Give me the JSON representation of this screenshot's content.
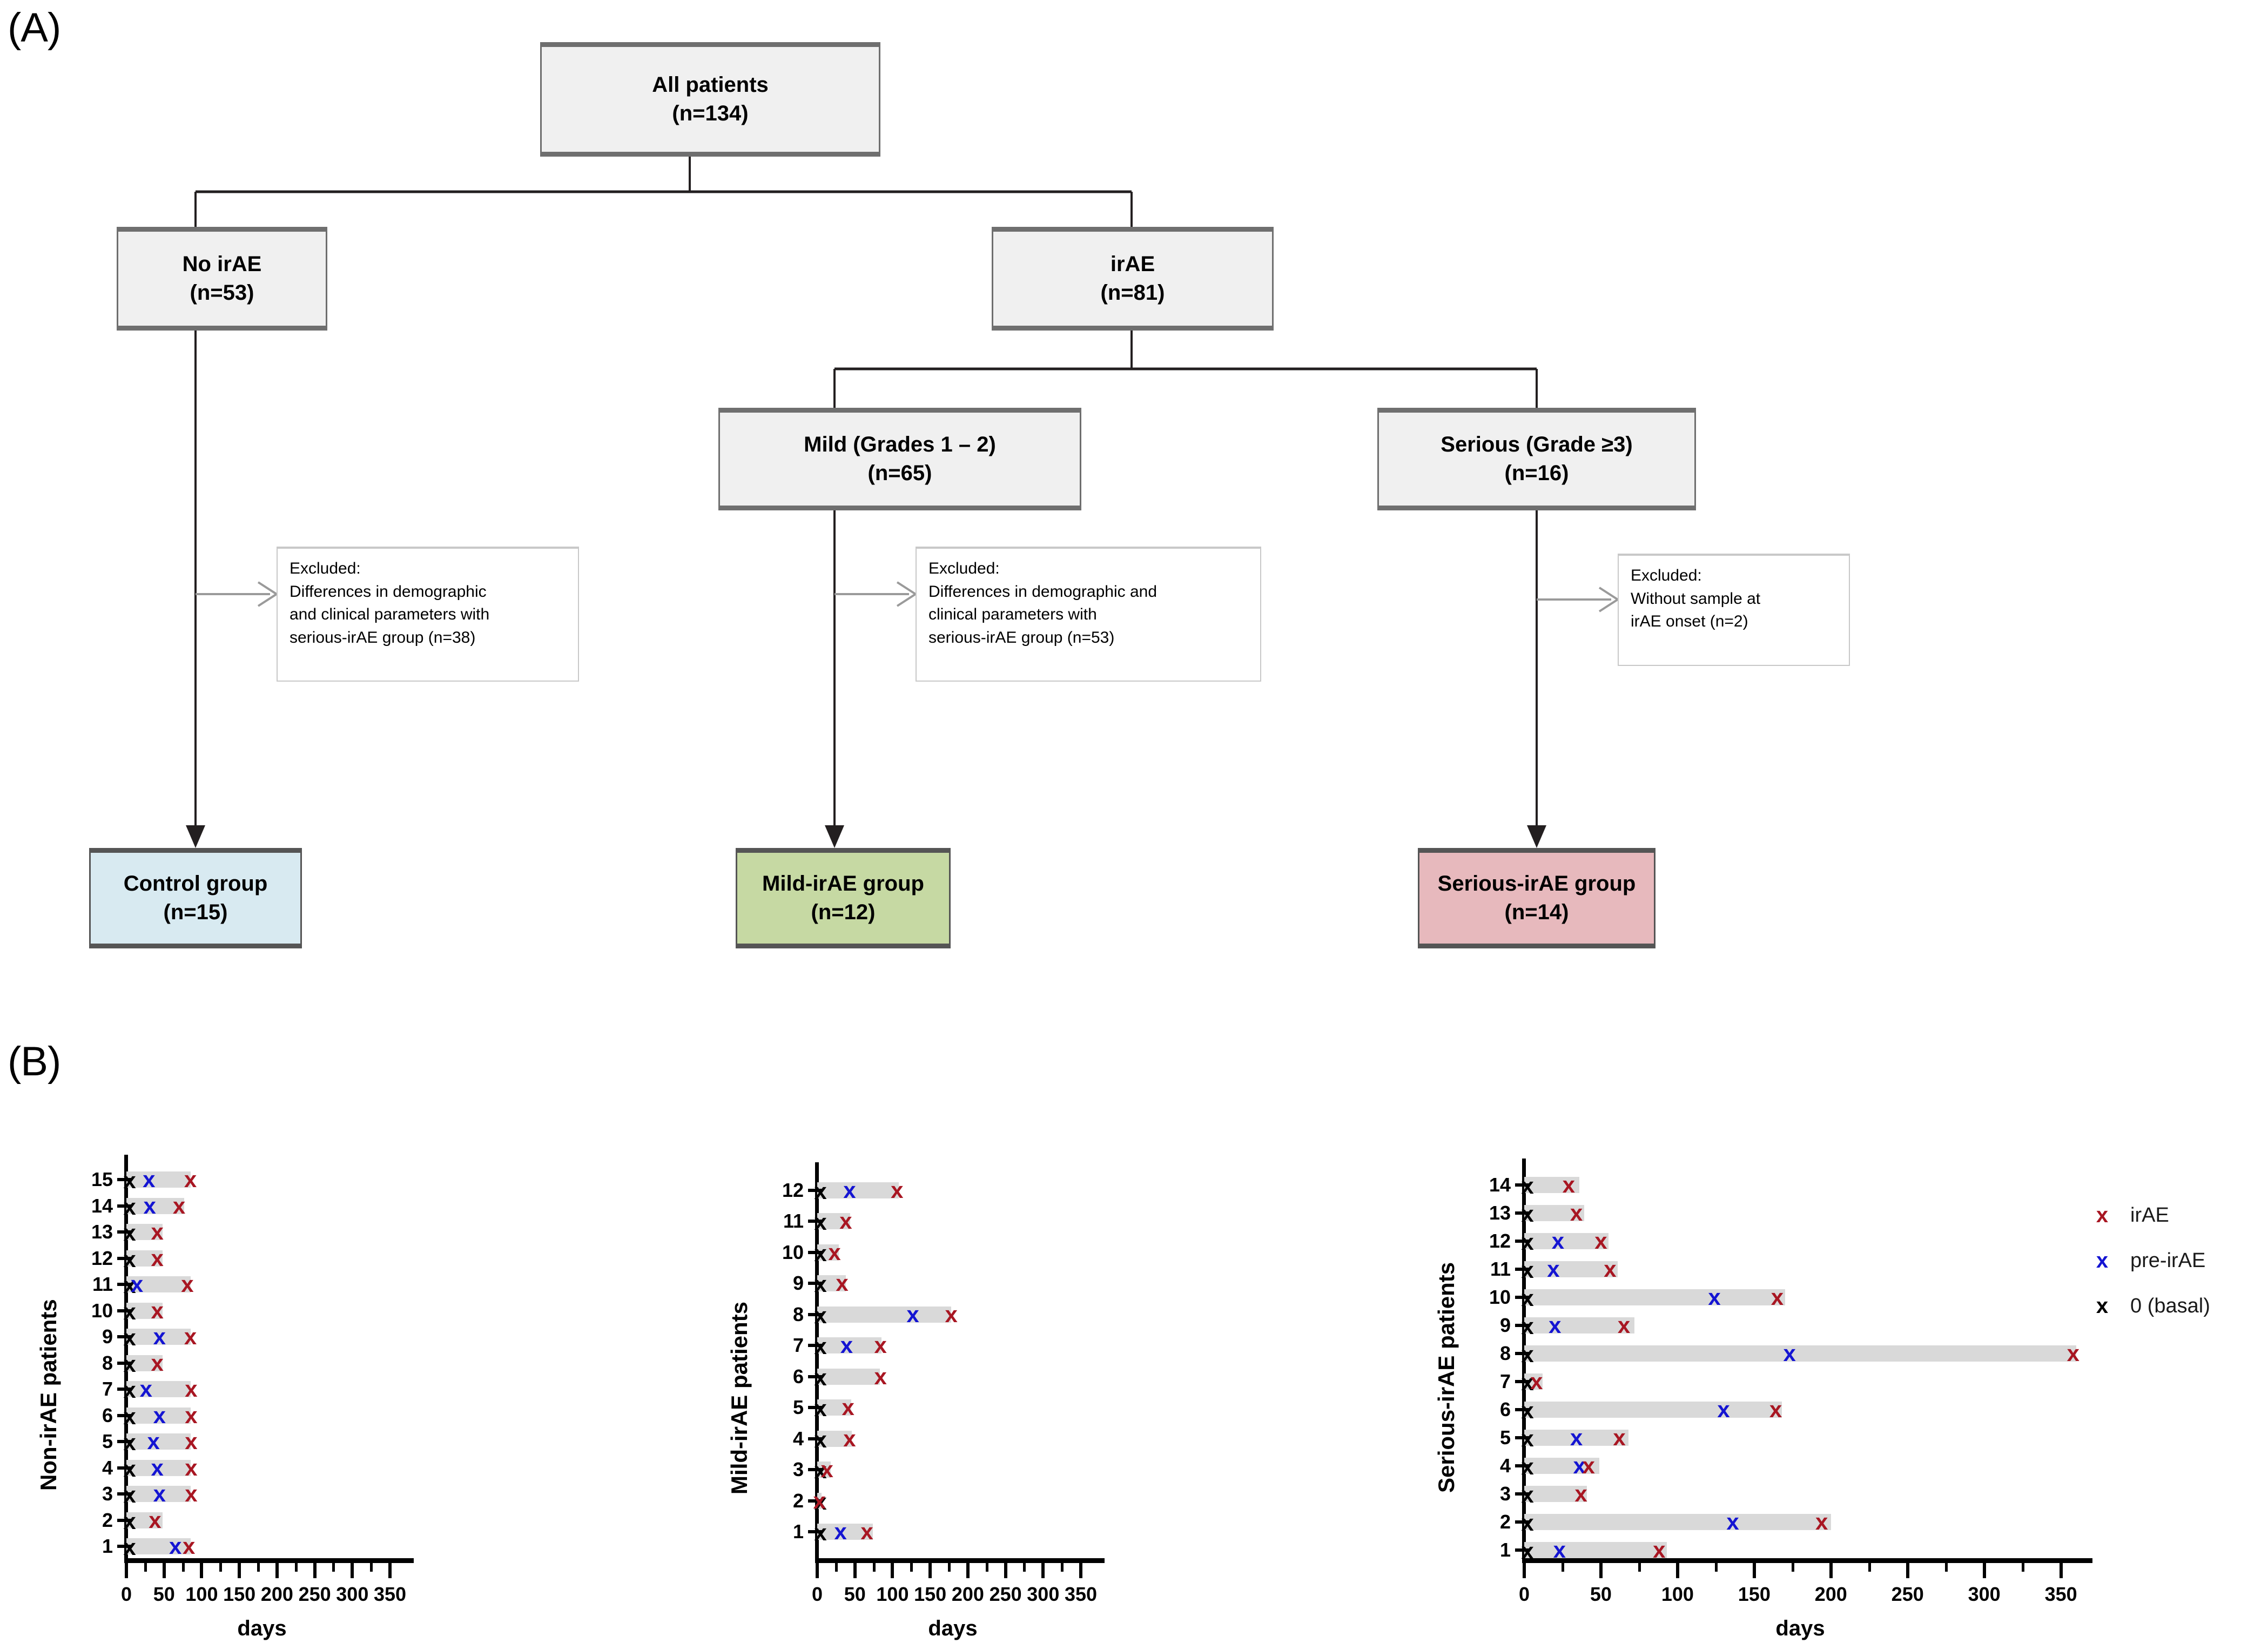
{
  "panels": {
    "a_label": "(A)",
    "b_label": "(B)"
  },
  "flowchart": {
    "nodes": {
      "all_patients": {
        "title": "All patients",
        "count": "(n=134)"
      },
      "no_irae": {
        "title": "No irAE",
        "count": "(n=53)"
      },
      "irae": {
        "title": "irAE",
        "count": "(n=81)"
      },
      "mild": {
        "title": "Mild (Grades 1 – 2)",
        "count": "(n=65)"
      },
      "serious": {
        "title": "Serious (Grade ≥3)",
        "count": "(n=16)"
      },
      "control_group": {
        "title": "Control group",
        "count": "(n=15)"
      },
      "mild_group": {
        "title": "Mild-irAE group",
        "count": "(n=12)"
      },
      "serious_group": {
        "title": "Serious-irAE group",
        "count": "(n=14)"
      }
    },
    "excluded": {
      "left": {
        "l1": "Excluded:",
        "l2": "Differences in demographic",
        "l3": "and clinical parameters with",
        "l4": "serious-irAE group (n=38)"
      },
      "middle": {
        "l1": "Excluded:",
        "l2": "Differences in demographic and",
        "l3": "clinical parameters with",
        "l4": "serious-irAE group (n=53)"
      },
      "right": {
        "l1": "Excluded:",
        "l2": "Without sample at",
        "l3": "irAE onset (n=2)",
        "l4": ""
      }
    },
    "colors": {
      "control_fill": "#d8eaf1",
      "mild_fill": "#c6d9a3",
      "serious_fill": "#e7b9bd",
      "node_fill": "#f0f0f0",
      "node_border": "#6f6f6f"
    }
  },
  "legend": {
    "items": [
      {
        "glyph": "x",
        "label": "irAE",
        "color": "#a81622",
        "name": "irae"
      },
      {
        "glyph": "x",
        "label": "pre-irAE",
        "color": "#1414d2",
        "name": "pre-irae"
      },
      {
        "glyph": "x",
        "label": "0 (basal)",
        "color": "#000000",
        "name": "basal"
      }
    ]
  },
  "chart_data": [
    {
      "type": "bar",
      "name": "non-irae-patients",
      "title": "",
      "xlabel": "days",
      "ylabel": "Non-irAE patients",
      "xlim": [
        0,
        360
      ],
      "xticks": [
        0,
        50,
        100,
        150,
        200,
        250,
        300,
        350
      ],
      "xticklabels": [
        "0",
        "50",
        "100",
        "150",
        "200",
        "250",
        "300",
        "350"
      ],
      "categories": [
        "1",
        "2",
        "3",
        "4",
        "5",
        "6",
        "7",
        "8",
        "9",
        "10",
        "11",
        "12",
        "13",
        "14",
        "15"
      ],
      "bars": [
        {
          "patient": "15",
          "length": 85,
          "basal": 0,
          "pre": 30,
          "irae": 85
        },
        {
          "patient": "14",
          "length": 77,
          "basal": 0,
          "pre": 31,
          "irae": 70
        },
        {
          "patient": "13",
          "length": 48,
          "basal": 0,
          "pre": null,
          "irae": 41
        },
        {
          "patient": "12",
          "length": 48,
          "basal": 0,
          "pre": null,
          "irae": 41
        },
        {
          "patient": "11",
          "length": 85,
          "basal": 0,
          "pre": 14,
          "irae": 81
        },
        {
          "patient": "10",
          "length": 48,
          "basal": 0,
          "pre": null,
          "irae": 41
        },
        {
          "patient": "9",
          "length": 85,
          "basal": 0,
          "pre": 44,
          "irae": 85
        },
        {
          "patient": "8",
          "length": 48,
          "basal": 0,
          "pre": null,
          "irae": 41
        },
        {
          "patient": "7",
          "length": 85,
          "basal": 0,
          "pre": 26,
          "irae": 86
        },
        {
          "patient": "6",
          "length": 85,
          "basal": 0,
          "pre": 44,
          "irae": 86
        },
        {
          "patient": "5",
          "length": 85,
          "basal": 0,
          "pre": 36,
          "irae": 86
        },
        {
          "patient": "4",
          "length": 85,
          "basal": 0,
          "pre": 41,
          "irae": 86
        },
        {
          "patient": "3",
          "length": 85,
          "basal": 0,
          "pre": 44,
          "irae": 86
        },
        {
          "patient": "2",
          "length": 48,
          "basal": 0,
          "pre": null,
          "irae": 38
        },
        {
          "patient": "1",
          "length": 85,
          "basal": 0,
          "pre": 65,
          "irae": 83
        }
      ]
    },
    {
      "type": "bar",
      "name": "mild-irae-patients",
      "title": "",
      "xlabel": "days",
      "ylabel": "Mild-irAE patients",
      "xlim": [
        0,
        360
      ],
      "xticks": [
        0,
        50,
        100,
        150,
        200,
        250,
        300,
        350
      ],
      "xticklabels": [
        "0",
        "50",
        "100",
        "150",
        "200",
        "250",
        "300",
        "350"
      ],
      "categories": [
        "1",
        "2",
        "3",
        "4",
        "5",
        "6",
        "7",
        "8",
        "9",
        "10",
        "11",
        "12"
      ],
      "bars": [
        {
          "patient": "12",
          "length": 108,
          "basal": 0,
          "pre": 43,
          "irae": 106
        },
        {
          "patient": "11",
          "length": 44,
          "basal": 0,
          "pre": null,
          "irae": 38
        },
        {
          "patient": "10",
          "length": 29,
          "basal": 0,
          "pre": null,
          "irae": 23
        },
        {
          "patient": "9",
          "length": 38,
          "basal": 0,
          "pre": null,
          "irae": 33
        },
        {
          "patient": "8",
          "length": 178,
          "basal": 0,
          "pre": 127,
          "irae": 178
        },
        {
          "patient": "7",
          "length": 85,
          "basal": 0,
          "pre": 39,
          "irae": 84
        },
        {
          "patient": "6",
          "length": 83,
          "basal": 0,
          "pre": null,
          "irae": 84
        },
        {
          "patient": "5",
          "length": 45,
          "basal": 0,
          "pre": null,
          "irae": 41
        },
        {
          "patient": "4",
          "length": 46,
          "basal": 0,
          "pre": null,
          "irae": 43
        },
        {
          "patient": "3",
          "length": 18,
          "basal": 0,
          "pre": null,
          "irae": 13
        },
        {
          "patient": "2",
          "length": 6,
          "basal": 0,
          "pre": null,
          "irae": 3
        },
        {
          "patient": "1",
          "length": 74,
          "basal": 0,
          "pre": 31,
          "irae": 66
        }
      ]
    },
    {
      "type": "bar",
      "name": "serious-irae-patients",
      "title": "",
      "xlabel": "days",
      "ylabel": "Serious-irAE patients",
      "xlim": [
        0,
        360
      ],
      "xticks": [
        0,
        50,
        100,
        150,
        200,
        250,
        300,
        350
      ],
      "xticklabels": [
        "0",
        "50",
        "100",
        "150",
        "200",
        "250",
        "300",
        "350"
      ],
      "categories": [
        "1",
        "2",
        "3",
        "4",
        "5",
        "6",
        "7",
        "8",
        "9",
        "10",
        "11",
        "12",
        "13",
        "14"
      ],
      "bars": [
        {
          "patient": "14",
          "length": 36,
          "basal": 0,
          "pre": null,
          "irae": 29
        },
        {
          "patient": "13",
          "length": 39,
          "basal": 0,
          "pre": null,
          "irae": 34
        },
        {
          "patient": "12",
          "length": 55,
          "basal": 0,
          "pre": 22,
          "irae": 50
        },
        {
          "patient": "11",
          "length": 61,
          "basal": 0,
          "pre": 19,
          "irae": 56
        },
        {
          "patient": "10",
          "length": 170,
          "basal": 0,
          "pre": 124,
          "irae": 165
        },
        {
          "patient": "9",
          "length": 72,
          "basal": 0,
          "pre": 20,
          "irae": 65
        },
        {
          "patient": "8",
          "length": 360,
          "basal": 0,
          "pre": 173,
          "irae": 358
        },
        {
          "patient": "7",
          "length": 12,
          "basal": 0,
          "pre": null,
          "irae": 8
        },
        {
          "patient": "6",
          "length": 168,
          "basal": 0,
          "pre": 130,
          "irae": 164
        },
        {
          "patient": "5",
          "length": 68,
          "basal": 0,
          "pre": 34,
          "irae": 62
        },
        {
          "patient": "4",
          "length": 49,
          "basal": 0,
          "pre": 36,
          "irae": 42
        },
        {
          "patient": "3",
          "length": 41,
          "basal": 0,
          "pre": null,
          "irae": 37
        },
        {
          "patient": "2",
          "length": 200,
          "basal": 0,
          "pre": 136,
          "irae": 194
        },
        {
          "patient": "1",
          "length": 93,
          "basal": 0,
          "pre": 23,
          "irae": 88
        }
      ]
    }
  ]
}
